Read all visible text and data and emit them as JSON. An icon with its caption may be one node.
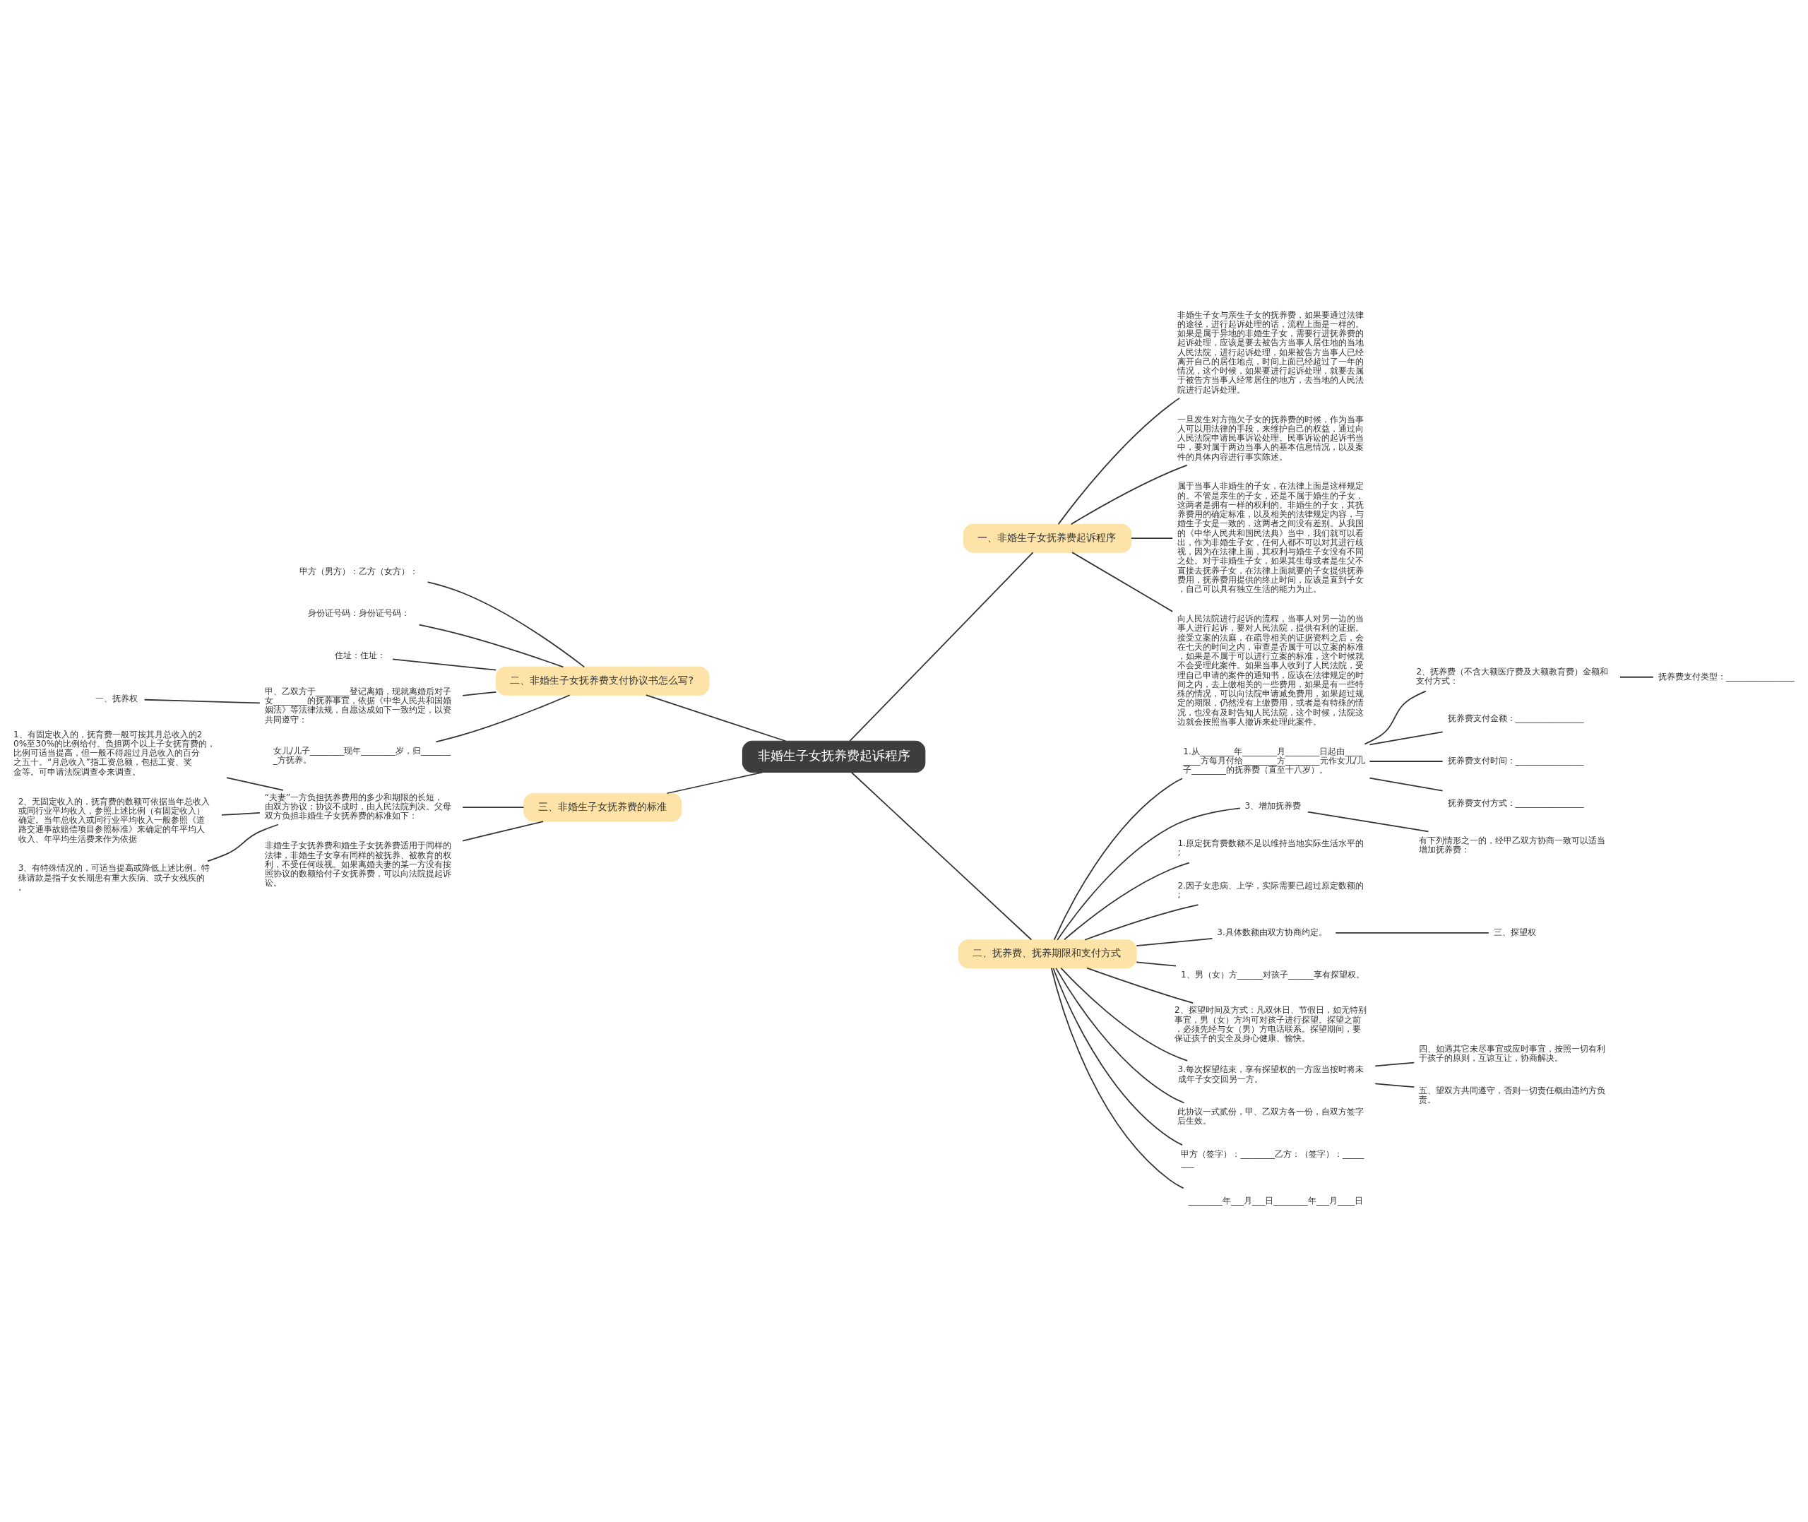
{
  "diagram": {
    "nodes": [
      {
        "text": [
          "非婚生子女抚养费起诉程序"
        ]
      },
      {
        "text": [
          "一、非婚生子女抚养费起诉程序"
        ]
      },
      {
        "text": [
          "非婚生子女与亲生子女的抚养费，如果要通过法律的途径，进行起诉处理的话，流程上面是一样的。如果是属于异地的非婚生子女，需要行进抚养费的起诉处理，应该是要去被告方当事人居住地的当地人民法院，进行起诉处理，如果被告方当事人已经离开自己的居住地点，时间上面已经超过了一年的情况，这个时候，如果要进行起诉处理，就要去属于被告方当事人经常居住的地方，去当地的人民法院进行起诉处理。"
        ]
      },
      {
        "text": [
          "一旦发生对方拖欠子女的抚养费的时候，作为当事人可以用法律的手段，来维护自己的权益，通过向人民法院申请民事诉讼处理。民事诉讼的起诉书当中，要对属于两边当事人的基本信息情况，以及案件的具体内容进行事实陈述。"
        ]
      },
      {
        "text": [
          "属于当事人非婚生的子女，在法律上面是这样规定的。不管是亲生的子女，还是不属于婚生的子女，这两者是拥有一样的权利的。非婚生的子女，其抚养费用的确定标准，以及相关的法律规定内容，与婚生子女是一致的，这两者之间没有差别。从我国的《中华人民共和国民法典》当中，我们就可以看出，作为非婚生子女，任何人都不可以对其进行歧视，因为在法律上面，其权利与婚生子女没有不同之处。对于非婚生子女，如果其生母或者是生父不直接去抚养子女，在法律上面就要的子女提供抚养费用，抚养费用提供的终止时间，应该是直到子女，自己可以具有独立生活的能力为止。"
        ]
      },
      {
        "text": [
          "向人民法院进行起诉的流程，当事人对另一边的当事人进行起诉，要对人民法院，提供有利的证据。接受立案的法庭，在疏导相关的证据资料之后，会在七天的时间之内，审查是否属于可以立案的标准，如果是不属于可以进行立案的标准，这个时候就不会受理此案件。如果当事人收到了人民法院，受理自己申请的案件的通知书，应该在法律规定的时间之内，去上缴相关的一些费用，如果是有一些特殊的情况，可以向法院申请减免费用，如果超过规定的期限，仍然没有上缴费用，或者是有特殊的情况，也没有及时告知人民法院，这个时候，法院这边就会按照当事人撤诉来处理此案件。"
        ]
      },
      {
        "text": [
          "二、非婚生子女抚养费支付协议书怎么写?"
        ]
      },
      {
        "text": [
          "甲方（男方）：乙方（女方）："
        ]
      },
      {
        "text": [
          "身份证号码：身份证号码："
        ]
      },
      {
        "text": [
          "住址：住址："
        ]
      },
      {
        "text": [
          "甲、乙双方于________登记离婚，现就离婚后对子女________的抚养事宜，依据《中华人民共和国婚姻法》等法律法规，自愿达成如下一致约定，以资共同遵守："
        ]
      },
      {
        "text": [
          "一、抚养权"
        ]
      },
      {
        "text": [
          "女儿/儿子________现年________岁，归________方抚养。"
        ]
      },
      {
        "text": [
          "三、非婚生子女抚养费的标准"
        ]
      },
      {
        "text": [
          "“夫妻”一方负担抚养费用的多少和期限的长短，由双方协议；协议不成时，由人民法院判决。父母双方负担非婚生子女抚养费的标准如下："
        ]
      },
      {
        "text": [
          "1、有固定收入的，抚育费一般可按其月总收入的20%至30%的比例给付。负担两个以上子女抚育费的，比例可适当提高，但一般不得超过月总收入的百分之五十。“月总收入”指工资总额，包括工资、奖金等。可申请法院调查令来调查。"
        ]
      },
      {
        "text": [
          "2、无固定收入的，抚育费的数额可依据当年总收入或同行业平均收入，参照上述比例（有固定收入）确定。当年总收入或同行业平均收入一般参照《道路交通事故赔偿项目参照标准》来确定的年平均人收入、年平均生活费来作为依据"
        ]
      },
      {
        "text": [
          "3、有特殊情况的，可适当提高或降低上述比例。特殊请款是指子女长期患有重大疾病、或子女残疾的。"
        ]
      },
      {
        "text": [
          "非婚生子女抚养费和婚生子女抚养费适用于同样的法律，非婚生子女享有同样的被抚养、被教育的权利，不受任何歧视。如果离婚夫妻的某一方没有按照协议的数额给付子女抚养费，可以向法院提起诉讼。"
        ]
      },
      {
        "text": [
          "二、抚养费、抚养期限和支付方式"
        ]
      },
      {
        "text": [
          "1.从________年________月________日起由________方每月付给________方________元作女儿/儿子________的抚养费（直至十八岁）。"
        ]
      },
      {
        "text": [
          "2、抚养费（不含大额医疗费及大额教育费）金额和支付方式："
        ]
      },
      {
        "text": [
          "抚养费支付类型：________________"
        ]
      },
      {
        "text": [
          "抚养费支付金额：________________"
        ]
      },
      {
        "text": [
          "抚养费支付时间：________________"
        ]
      },
      {
        "text": [
          "抚养费支付方式：________________"
        ]
      },
      {
        "text": [
          "3、增加抚养费"
        ]
      },
      {
        "text": [
          "有下列情形之一的，经甲乙双方协商一致可以适当增加抚养费："
        ]
      },
      {
        "text": [
          "1.原定抚育费数额不足以维持当地实际生活水平的;"
        ]
      },
      {
        "text": [
          "2.因子女患病、上学，实际需要已超过原定数额的;"
        ]
      },
      {
        "text": [
          "3.具体数额由双方协商约定。"
        ]
      },
      {
        "text": [
          "三、探望权"
        ]
      },
      {
        "text": [
          "1、男（女）方______对孩子______享有探望权。"
        ]
      },
      {
        "text": [
          "2、探望时间及方式：凡双休日、节假日，如无特别事宜，男（女）方均可对孩子进行探望。探望之前，必须先经与女（男）方电话联系。探望期间，要保证孩子的安全及身心健康、愉快。"
        ]
      },
      {
        "text": [
          "3.每次探望结束，享有探望权的一方应当按时将未成年子女交回另一方。"
        ]
      },
      {
        "text": [
          "四、如遇其它未尽事宜或应时事宜，按照一切有利于孩子的原则，互谅互让，协商解决。"
        ]
      },
      {
        "text": [
          "五、望双方共同遵守，否则一切责任概由违约方负责。"
        ]
      },
      {
        "text": [
          "此协议一式贰份，甲、乙双方各一份，自双方签字后生效。"
        ]
      },
      {
        "text": [
          "甲方（签字）：________乙方：（签字）：________"
        ]
      },
      {
        "text": [
          "________年___月___日________年___月____日"
        ]
      }
    ],
    "edges": [
      {
        "from": 0,
        "to": 1,
        "arrow": "none"
      },
      {
        "from": 1,
        "to": 2,
        "arrow": "none"
      },
      {
        "from": 1,
        "to": 3,
        "arrow": "none"
      },
      {
        "from": 1,
        "to": 4,
        "arrow": "none"
      },
      {
        "from": 1,
        "to": 5,
        "arrow": "none"
      },
      {
        "from": 0,
        "to": 6,
        "arrow": "none"
      },
      {
        "from": 6,
        "to": 7,
        "arrow": "none"
      },
      {
        "from": 6,
        "to": 8,
        "arrow": "none"
      },
      {
        "from": 6,
        "to": 9,
        "arrow": "none"
      },
      {
        "from": 6,
        "to": 10,
        "arrow": "none"
      },
      {
        "from": 10,
        "to": 11,
        "arrow": "none"
      },
      {
        "from": 6,
        "to": 12,
        "arrow": "none"
      },
      {
        "from": 0,
        "to": 13,
        "arrow": "none"
      },
      {
        "from": 13,
        "to": 14,
        "arrow": "none"
      },
      {
        "from": 14,
        "to": 15,
        "arrow": "none"
      },
      {
        "from": 14,
        "to": 16,
        "arrow": "none"
      },
      {
        "from": 14,
        "to": 17,
        "arrow": "none"
      },
      {
        "from": 13,
        "to": 18,
        "arrow": "none"
      },
      {
        "from": 0,
        "to": 19,
        "arrow": "none"
      },
      {
        "from": 19,
        "to": 20,
        "arrow": "none"
      },
      {
        "from": 20,
        "to": 21,
        "arrow": "none"
      },
      {
        "from": 21,
        "to": 22,
        "arrow": "none"
      },
      {
        "from": 20,
        "to": 23,
        "arrow": "none"
      },
      {
        "from": 20,
        "to": 24,
        "arrow": "none"
      },
      {
        "from": 20,
        "to": 25,
        "arrow": "none"
      },
      {
        "from": 19,
        "to": 26,
        "arrow": "none"
      },
      {
        "from": 26,
        "to": 27,
        "arrow": "none"
      },
      {
        "from": 19,
        "to": 28,
        "arrow": "none"
      },
      {
        "from": 19,
        "to": 29,
        "arrow": "none"
      },
      {
        "from": 19,
        "to": 30,
        "arrow": "none"
      },
      {
        "from": 30,
        "to": 31,
        "arrow": "none"
      },
      {
        "from": 19,
        "to": 32,
        "arrow": "none"
      },
      {
        "from": 19,
        "to": 33,
        "arrow": "none"
      },
      {
        "from": 19,
        "to": 34,
        "arrow": "none"
      },
      {
        "from": 34,
        "to": 35,
        "arrow": "none"
      },
      {
        "from": 34,
        "to": 36,
        "arrow": "none"
      },
      {
        "from": 19,
        "to": 37,
        "arrow": "none"
      },
      {
        "from": 19,
        "to": 38,
        "arrow": "none"
      },
      {
        "from": 19,
        "to": 39,
        "arrow": "none"
      }
    ]
  }
}
